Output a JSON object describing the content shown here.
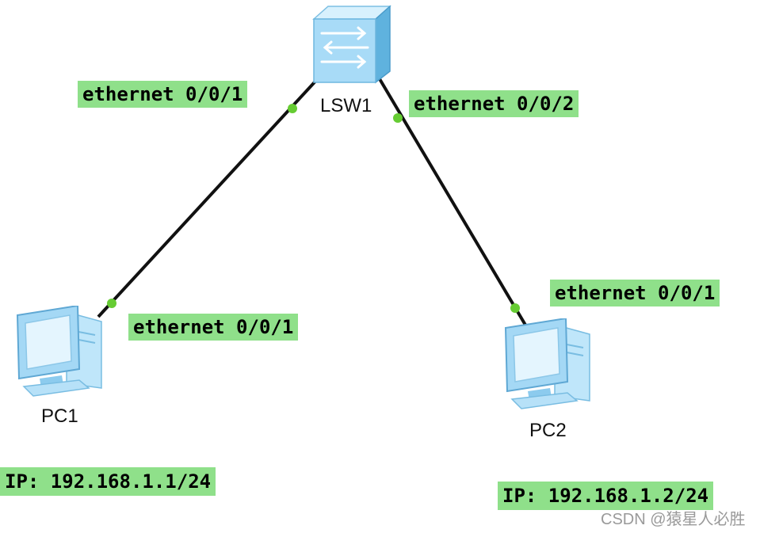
{
  "devices": {
    "switch": {
      "name": "LSW1",
      "icon": "switch-icon"
    },
    "pc1": {
      "name": "PC1",
      "icon": "pc-icon",
      "ip": "IP: 192.168.1.1/24"
    },
    "pc2": {
      "name": "PC2",
      "icon": "pc-icon",
      "ip": "IP: 192.168.1.2/24"
    }
  },
  "links": [
    {
      "from": "LSW1",
      "to": "PC1",
      "switch_port": "ethernet 0/0/1",
      "pc_port": "ethernet 0/0/1"
    },
    {
      "from": "LSW1",
      "to": "PC2",
      "switch_port": "ethernet 0/0/2",
      "pc_port": "ethernet 0/0/1"
    }
  ],
  "watermark": "CSDN @猿星人必胜",
  "colors": {
    "label_bg": "#8fe08a",
    "link": "#111111",
    "port_dot": "#66cc33",
    "device_blue": "#9fd8f5"
  }
}
